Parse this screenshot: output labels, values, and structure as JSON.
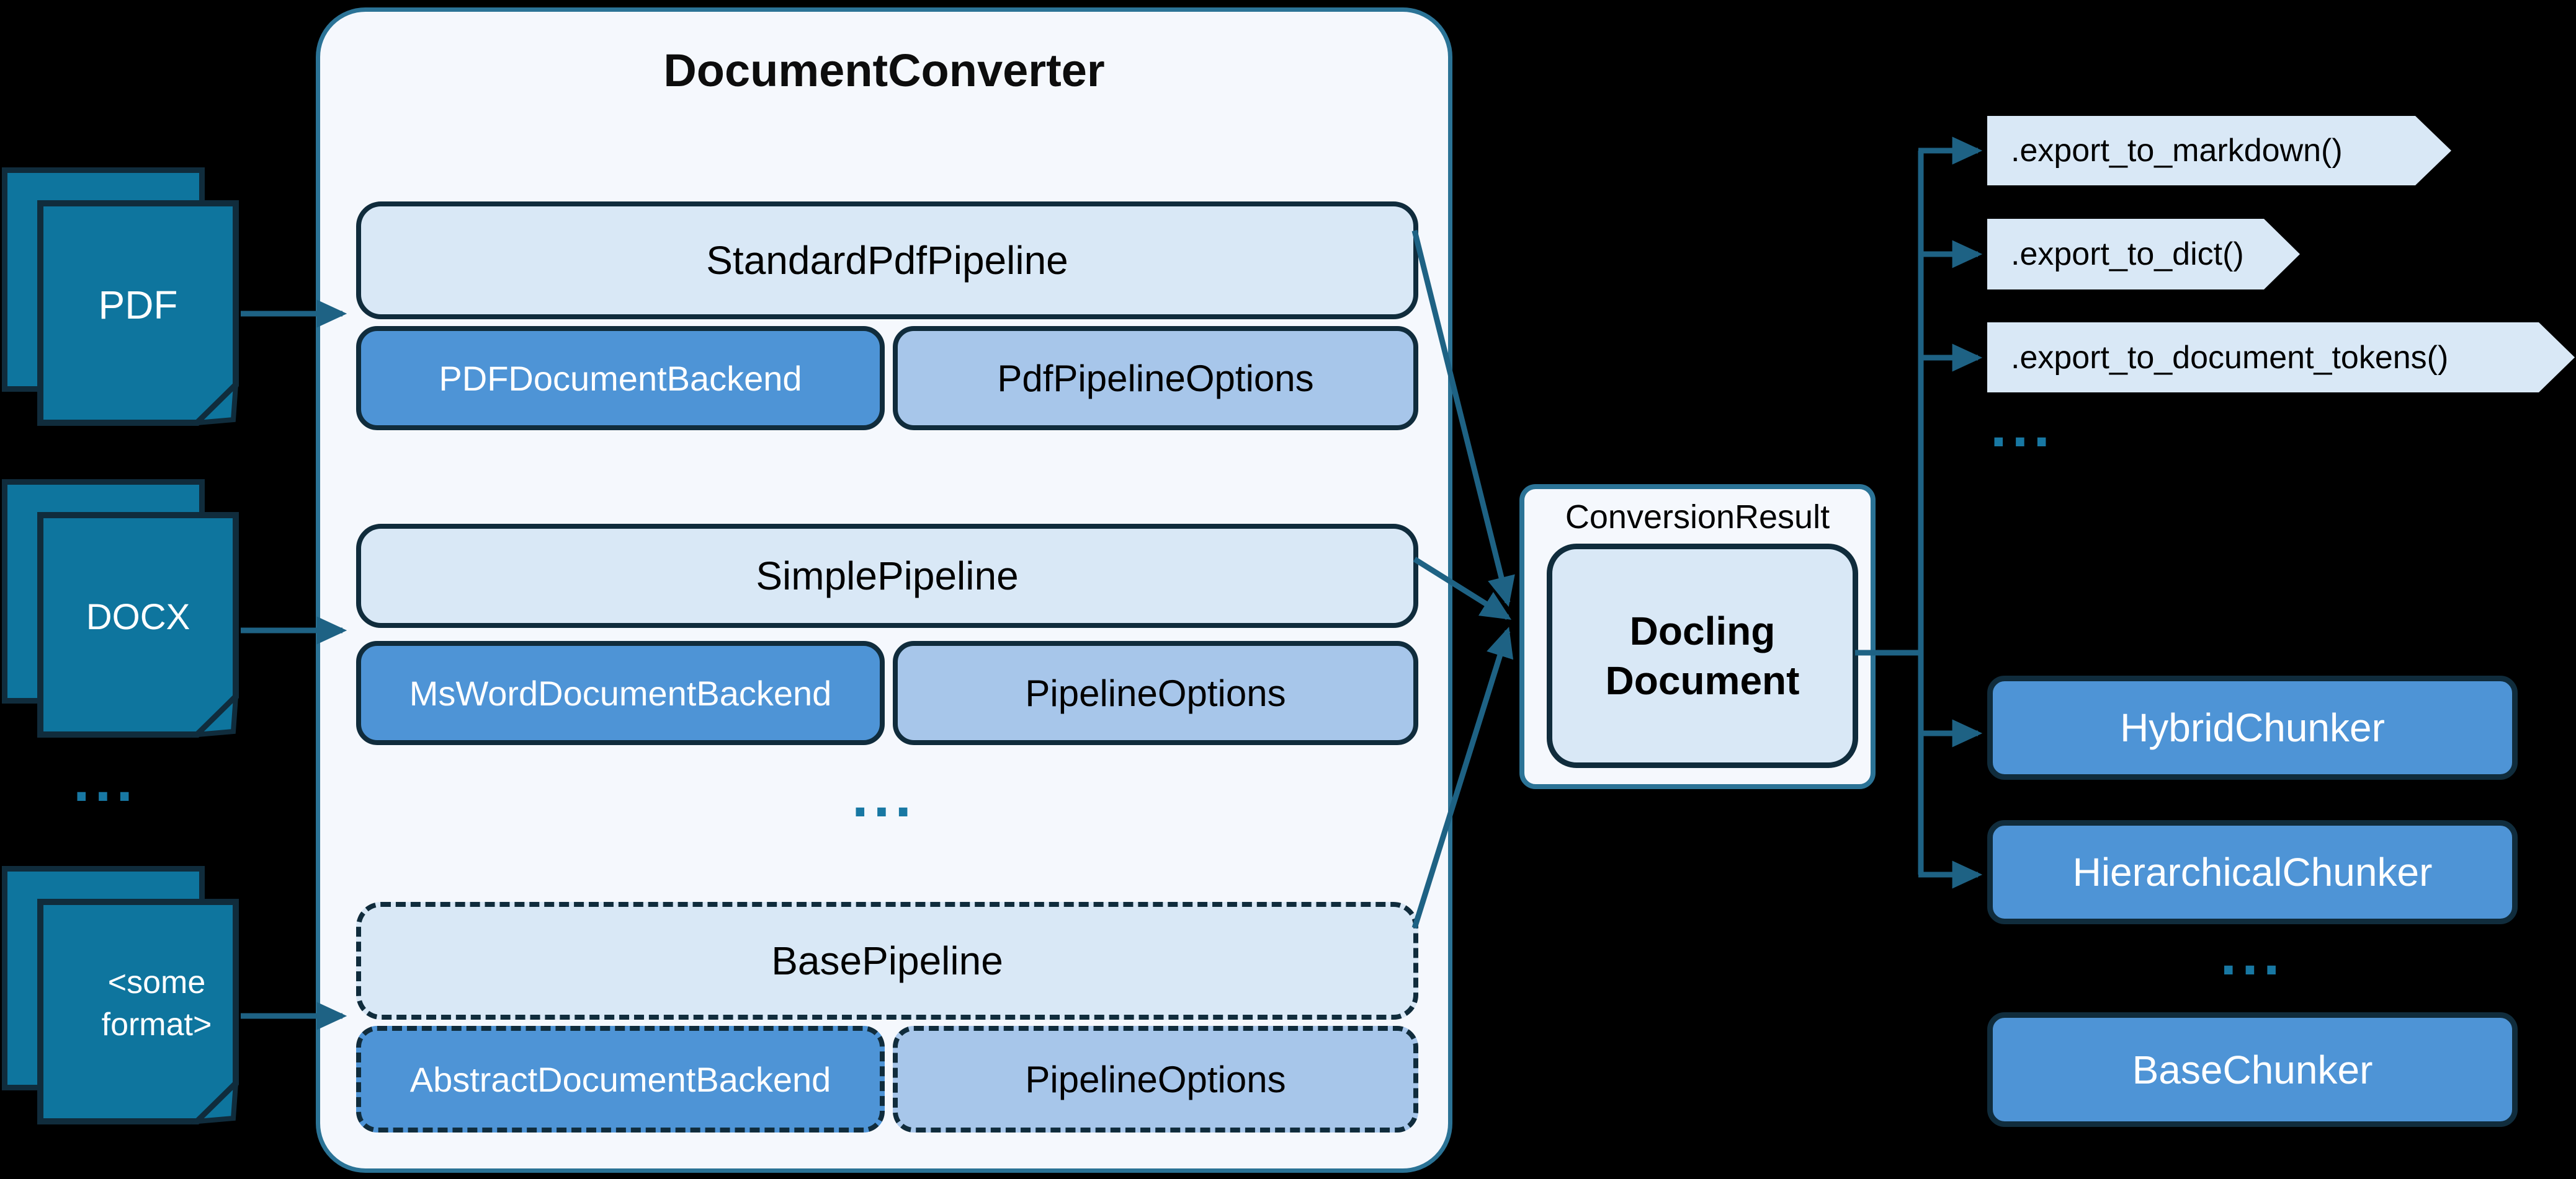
{
  "colors": {
    "background": "#000000",
    "panel_bg": "#f5f8fd",
    "panel_border_teal": "#2b7396",
    "box_light_blue": "#d9e8f6",
    "box_mid_blue": "#4e94d6",
    "box_pale_blue": "#a7c6ea",
    "dark_navy_border": "#102c3c",
    "document_teal": "#0e759e",
    "arrow_teal": "#1e6284",
    "dots_teal": "#1878a3"
  },
  "inputs": {
    "items": [
      {
        "label": "PDF"
      },
      {
        "label": "DOCX"
      },
      {
        "label": "<some format>"
      }
    ],
    "ellipsis": "..."
  },
  "converter": {
    "title": "DocumentConverter",
    "ellipsis": "...",
    "groups": [
      {
        "pipeline": "StandardPdfPipeline",
        "backend": "PDFDocumentBackend",
        "options": "PdfPipelineOptions"
      },
      {
        "pipeline": "SimplePipeline",
        "backend": "MsWordDocumentBackend",
        "options": "PipelineOptions"
      },
      {
        "pipeline": "BasePipeline",
        "backend": "AbstractDocumentBackend",
        "options": "PipelineOptions"
      }
    ]
  },
  "result": {
    "label": "ConversionResult",
    "document": "Docling Document"
  },
  "exports": {
    "items": [
      ".export_to_markdown()",
      ".export_to_dict()",
      ".export_to_document_tokens()"
    ],
    "ellipsis": "..."
  },
  "chunkers": {
    "items": [
      "HybridChunker",
      "HierarchicalChunker"
    ],
    "ellipsis": "...",
    "base": "BaseChunker"
  }
}
